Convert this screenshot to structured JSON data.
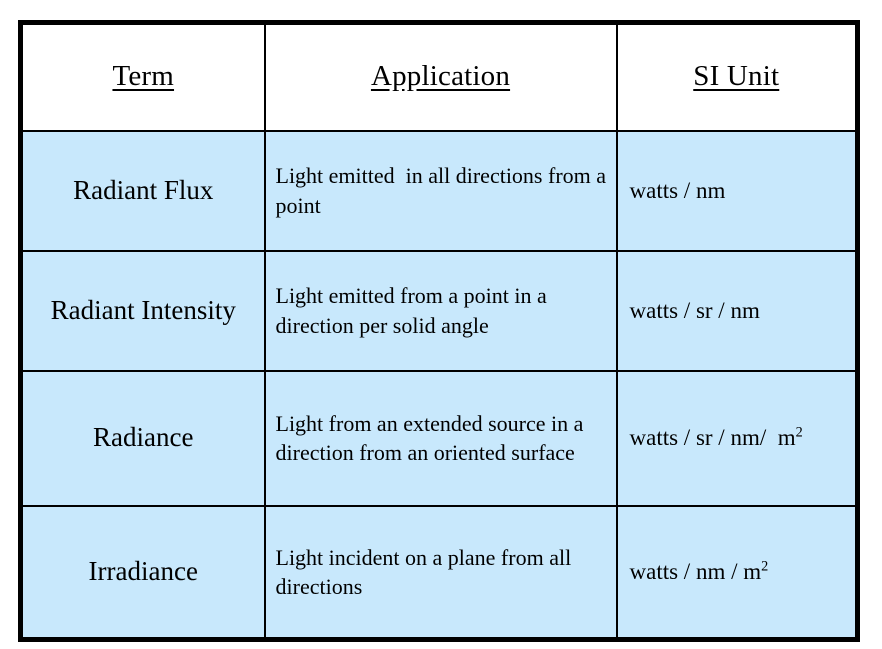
{
  "table": {
    "columns": [
      {
        "key": "term",
        "label": "Term",
        "align": "center"
      },
      {
        "key": "application",
        "label": "Application",
        "align": "left"
      },
      {
        "key": "si_unit",
        "label": "SI Unit",
        "align": "left"
      }
    ],
    "header_style": {
      "underline": true,
      "background": "#ffffff"
    },
    "row_background": "#c8e8fc",
    "border_color": "#000000",
    "rows": [
      {
        "term": "Radiant Flux",
        "application": "Light emitted  in all directions from a point",
        "si_unit_base": "watts / nm",
        "si_unit_sup": "",
        "si_unit_plain": "watts / nm"
      },
      {
        "term": "Radiant Intensity",
        "application": "Light emitted from a point in a direction per solid angle",
        "si_unit_base": "watts / sr / nm",
        "si_unit_sup": "",
        "si_unit_plain": "watts / sr / nm"
      },
      {
        "term": "Radiance",
        "application": "Light from an extended source in a direction from an oriented surface",
        "si_unit_base": "watts / sr / nm/  m",
        "si_unit_sup": "2",
        "si_unit_plain": "watts / sr / nm/  m2"
      },
      {
        "term": "Irradiance",
        "application": "Light incident on a plane from all directions",
        "si_unit_base": "watts / nm / m",
        "si_unit_sup": "2",
        "si_unit_plain": "watts / nm / m2"
      }
    ]
  }
}
